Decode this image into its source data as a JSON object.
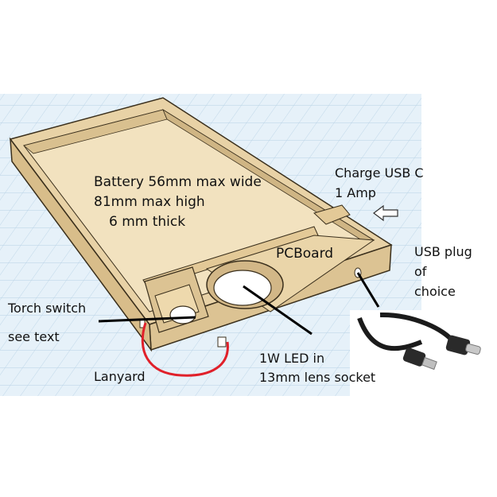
{
  "labels": {
    "battery_line1": "Battery 56mm max wide",
    "battery_line2": "81mm max high",
    "battery_line3": "6 mm thick",
    "charge_line1": "Charge USB C",
    "charge_line2": "1 Amp",
    "pcboard": "PCBoard",
    "usb_line1": "USB plug",
    "usb_line2": "of",
    "usb_line3": "choice",
    "torch_line1": "Torch switch",
    "torch_line2": "see text",
    "lanyard": "Lanyard",
    "led_line1": "1W LED in",
    "led_line2": "13mm lens socket"
  },
  "colors": {
    "box_wood": "#e8d2a6",
    "box_inner": "#f2e2bf",
    "box_edge": "#3a2f1c",
    "grid": "#b9d3e6",
    "grid_bg": "#e6f1f9",
    "lanyard": "#e0202a",
    "leader": "#000000",
    "cable": "#1b1b1b"
  },
  "icons": {
    "charge_arrow": "arrow-left-icon",
    "cable_image": "usb-cable-icon"
  }
}
